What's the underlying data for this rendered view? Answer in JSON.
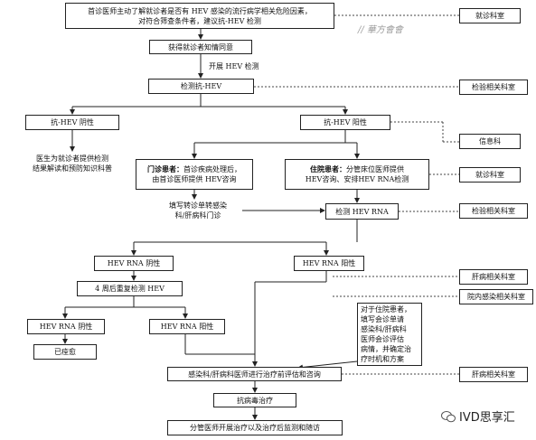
{
  "nodes": {
    "n_top": "首诊医师主动了解就诊者是否有 HEV 感染的流行病学相关危险因素，\n对符合筛查条件者，建议抗-HEV 检测",
    "n_consent": "获得就诊者知情同意",
    "n_start": "开展 HEV 检测",
    "n_test_anti": "检测抗-HEV",
    "n_neg": "抗-HEV 阴性",
    "n_pos": "抗-HEV 阳性",
    "n_edu": "医生为就诊者提供检测\n结果解读和预防知识科普",
    "n_out_label": "门诊患者：",
    "n_out_text": "首诊疾病处理后，\n由首诊医师提供 HEV咨询",
    "n_in_label": "住院患者：",
    "n_in_text": "分管床位医师提供\nHEV咨询、安排HEV RNA检测",
    "n_referral": "填写转诊单转感染\n科/肝病科门诊",
    "n_test_rna": "检测 HEV RNA",
    "n_rna_neg": "HEV RNA 阴性",
    "n_rna_pos": "HEV RNA 阳性",
    "n_retest": "4 周后重复检测 HEV",
    "n_rna_neg2": "HEV RNA 阴性",
    "n_rna_pos2": "HEV RNA 阳性",
    "n_cured": "已痊愈",
    "n_note": "对于住院患者，\n填写会诊单请\n感染科/肝病科\n医师会诊评估\n病情，并确定治\n疗时机和方案",
    "n_assess": "感染科/肝病科医师进行治疗前评估和咨询",
    "n_treat": "抗病毒治疗",
    "n_follow": "分管医师开展治疗以及治疗后监测和随访"
  },
  "departments": {
    "d1": "就诊科室",
    "d2": "检验相关科室",
    "d3": "信息科",
    "d4": "就诊科室",
    "d5": "检验相关科室",
    "d6": "肝病相关科室",
    "d7": "院内感染相关科室",
    "d8": "肝病相关科室"
  },
  "watermark": "// 華方會會",
  "brand": "IVD思享汇"
}
